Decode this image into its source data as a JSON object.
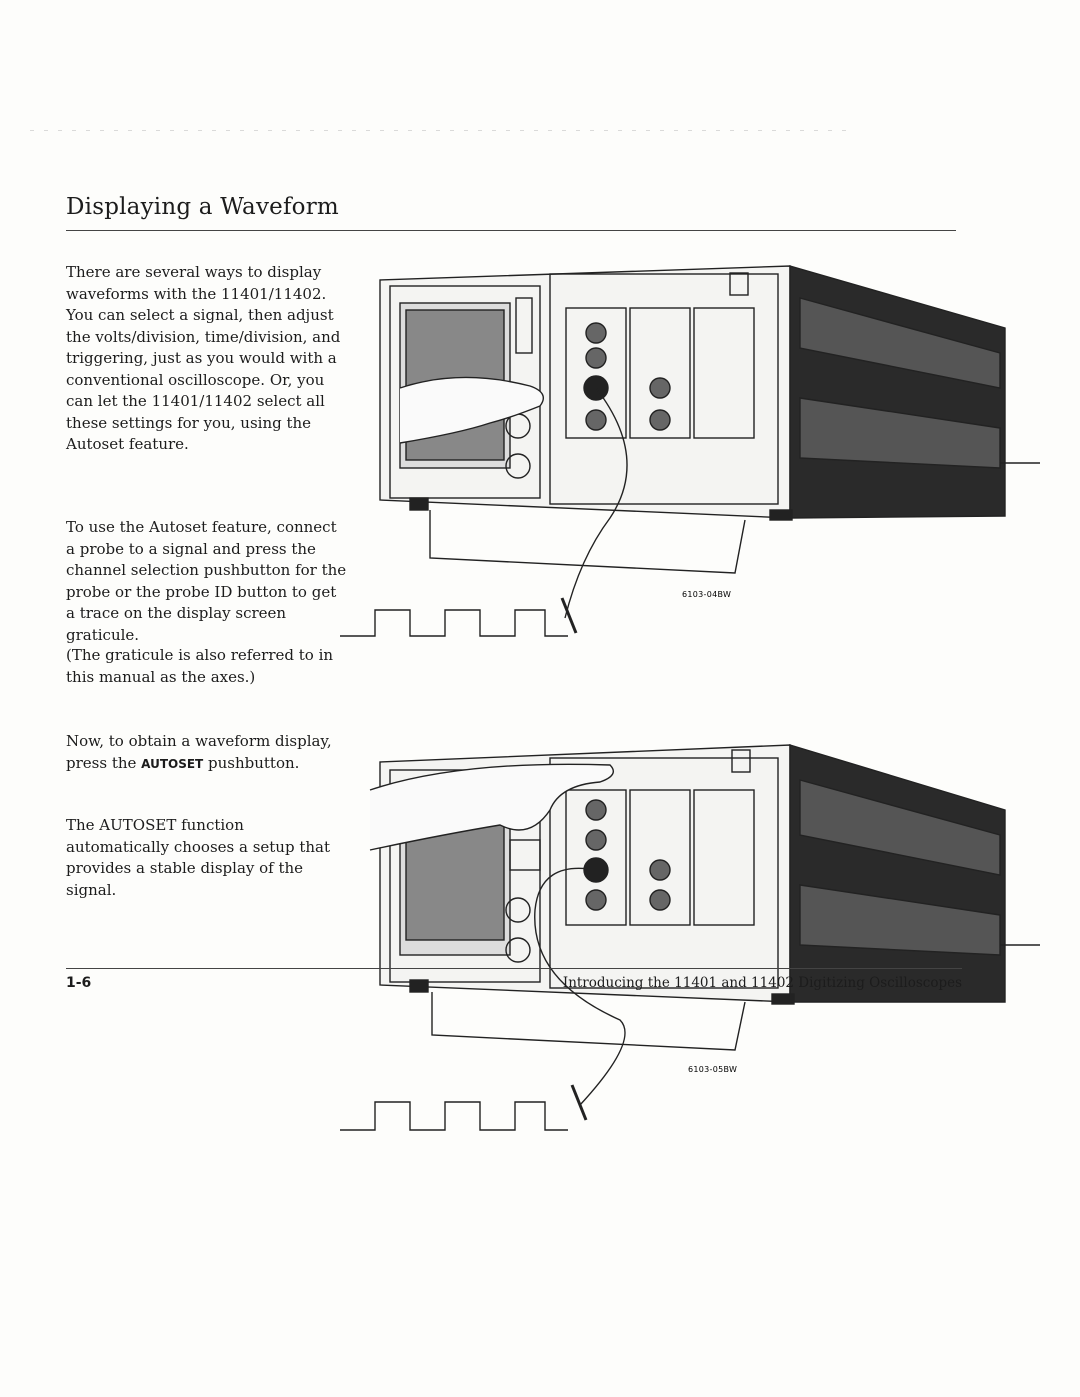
{
  "page": {
    "title": "Displaying a Waveform",
    "paragraphs": [
      "There are several ways to display waveforms with the 11401/11402. You can select a signal, then adjust the volts/division, time/division, and triggering, just as you would with a conventional oscilloscope. Or, you can let the 11401/11402 select all these settings for you, using the Autoset feature.",
      "To use the Autoset feature, connect a probe to a signal and press the channel selection pushbutton for the probe or the probe ID button to get a trace on the display screen graticule.",
      "(The graticule is also referred to in this manual as the axes.)",
      "The AUTOSET function automatically chooses a setup that provides a stable display of the signal."
    ],
    "autoset_para": {
      "before": "Now, to obtain a waveform display, press the ",
      "keyword": "AUTOSET",
      "after": " pushbutton."
    },
    "figures": [
      {
        "id": "6103-04BW"
      },
      {
        "id": "6103-05BW"
      }
    ],
    "footer": {
      "page_number": "1-6",
      "book_title": "Introducing the 11401 and 11402 Digitizing Oscilloscopes"
    }
  }
}
